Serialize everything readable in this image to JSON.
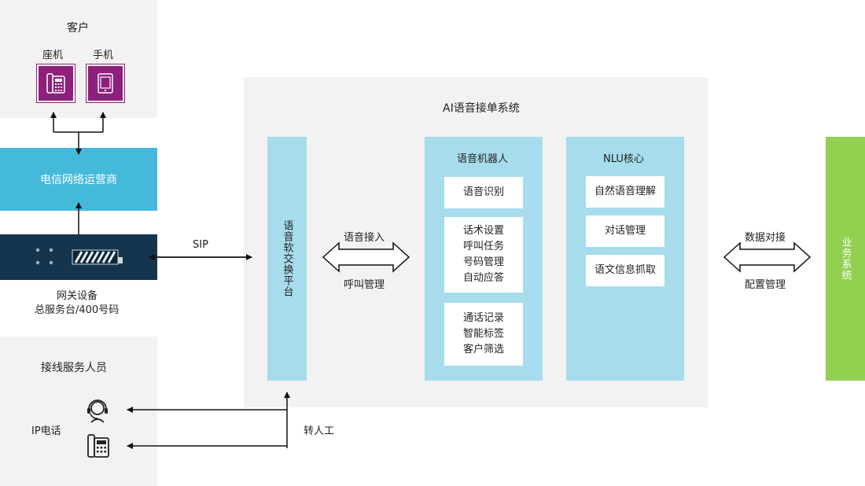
{
  "customer": {
    "title": "客户",
    "landline_label": "座机",
    "mobile_label": "手机"
  },
  "operator": {
    "label": "电信网络运营商"
  },
  "gateway": {
    "label_line1": "网关设备",
    "label_line2": "总服务台/400号码"
  },
  "sip_label": "SIP",
  "agents": {
    "title": "接线服务人员",
    "ip_phone_label": "IP电话"
  },
  "transfer_label": "转人工",
  "system": {
    "title": "AI语音接单系统",
    "switch_platform": "语音软交换平台",
    "arrow_left_top": "语音接入",
    "arrow_left_bottom": "呼叫管理",
    "robot": {
      "title": "语音机器人",
      "box1": [
        "语音识别"
      ],
      "box2": [
        "话术设置",
        "呼叫任务",
        "号码管理",
        "自动应答"
      ],
      "box3": [
        "通话记录",
        "智能标签",
        "客户筛选"
      ]
    },
    "nlu": {
      "title": "NLU核心",
      "items": [
        "自然语音理解",
        "对话管理",
        "语文信息抓取"
      ]
    }
  },
  "arrow_right_top": "数据对接",
  "arrow_right_bottom": "配置管理",
  "business_system": "业务系统",
  "colors": {
    "phone_icon_bg": "#8e1f7a",
    "operator_bg": "#45b9da",
    "gateway_bg": "#15354e",
    "system_bg": "#f2f2f2",
    "light_blue": "#a6dceb",
    "business_green": "#92d050"
  }
}
